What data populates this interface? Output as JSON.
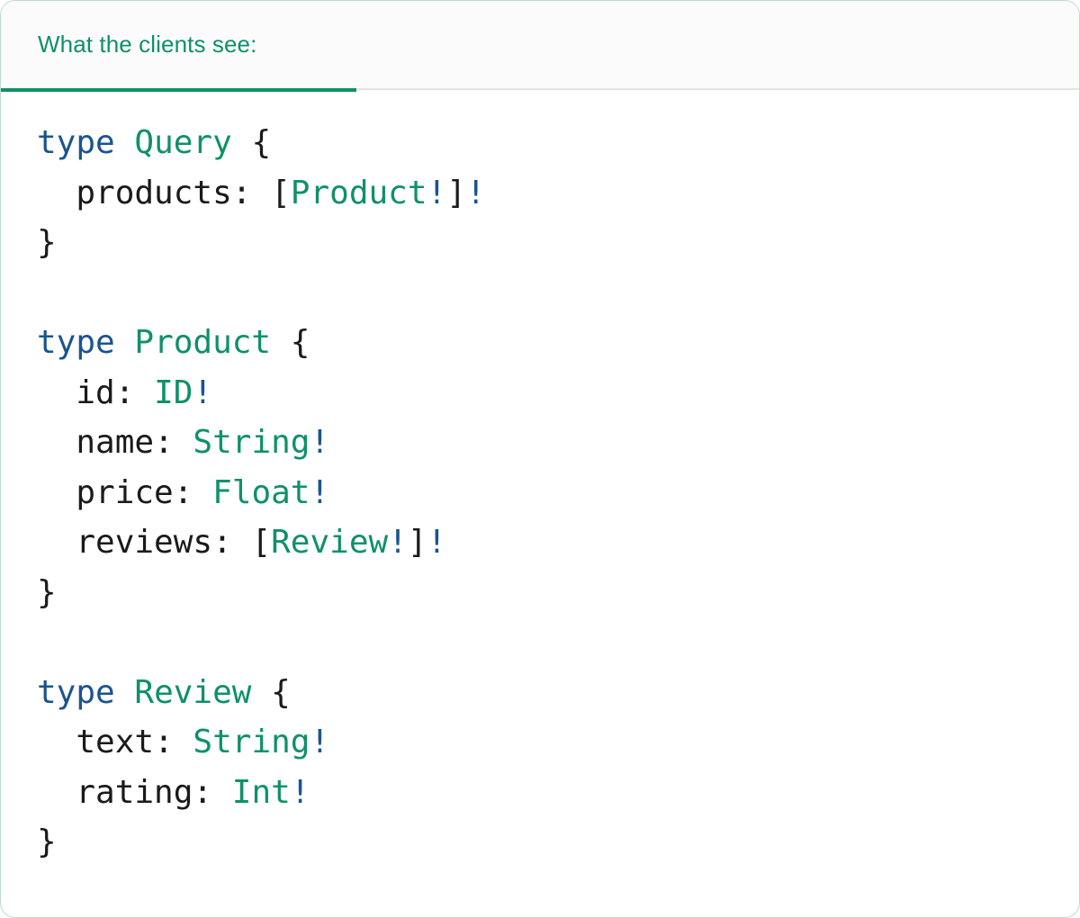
{
  "card": {
    "border_color": "#b9ddcd",
    "background": "#ffffff"
  },
  "tabs": {
    "active_index": 0,
    "items": [
      {
        "label": "What the clients see:",
        "active": true
      }
    ],
    "active_color": "#0f9168",
    "bar_background": "#fbfbfb",
    "divider_color": "#e4e4e4"
  },
  "code": {
    "language": "graphql",
    "colors": {
      "keyword": "#1a5490",
      "type_name": "#0f9168",
      "punctuation": "#1a1a1a",
      "field_name": "#1a1a1a",
      "non_null": "#1a5490"
    },
    "raw_text": "type Query {\n  products: [Product!]!\n}\n\ntype Product {\n  id: ID!\n  name: String!\n  price: Float!\n  reviews: [Review!]!\n}\n\ntype Review {\n  text: String!\n  rating: Int!\n}",
    "lines": [
      {
        "tokens": [
          {
            "t": "type",
            "c": "kw"
          },
          {
            "t": " ",
            "c": "plain"
          },
          {
            "t": "Query",
            "c": "type"
          },
          {
            "t": " ",
            "c": "plain"
          },
          {
            "t": "{",
            "c": "punct"
          }
        ]
      },
      {
        "tokens": [
          {
            "t": "  ",
            "c": "plain"
          },
          {
            "t": "products",
            "c": "field"
          },
          {
            "t": ": ",
            "c": "punct"
          },
          {
            "t": "[",
            "c": "punct"
          },
          {
            "t": "Product",
            "c": "type"
          },
          {
            "t": "!",
            "c": "bang"
          },
          {
            "t": "]",
            "c": "punct"
          },
          {
            "t": "!",
            "c": "bang"
          }
        ]
      },
      {
        "tokens": [
          {
            "t": "}",
            "c": "punct"
          }
        ]
      },
      {
        "tokens": []
      },
      {
        "tokens": [
          {
            "t": "type",
            "c": "kw"
          },
          {
            "t": " ",
            "c": "plain"
          },
          {
            "t": "Product",
            "c": "type"
          },
          {
            "t": " ",
            "c": "plain"
          },
          {
            "t": "{",
            "c": "punct"
          }
        ]
      },
      {
        "tokens": [
          {
            "t": "  ",
            "c": "plain"
          },
          {
            "t": "id",
            "c": "field"
          },
          {
            "t": ": ",
            "c": "punct"
          },
          {
            "t": "ID",
            "c": "type"
          },
          {
            "t": "!",
            "c": "bang"
          }
        ]
      },
      {
        "tokens": [
          {
            "t": "  ",
            "c": "plain"
          },
          {
            "t": "name",
            "c": "field"
          },
          {
            "t": ": ",
            "c": "punct"
          },
          {
            "t": "String",
            "c": "type"
          },
          {
            "t": "!",
            "c": "bang"
          }
        ]
      },
      {
        "tokens": [
          {
            "t": "  ",
            "c": "plain"
          },
          {
            "t": "price",
            "c": "field"
          },
          {
            "t": ": ",
            "c": "punct"
          },
          {
            "t": "Float",
            "c": "type"
          },
          {
            "t": "!",
            "c": "bang"
          }
        ]
      },
      {
        "tokens": [
          {
            "t": "  ",
            "c": "plain"
          },
          {
            "t": "reviews",
            "c": "field"
          },
          {
            "t": ": ",
            "c": "punct"
          },
          {
            "t": "[",
            "c": "punct"
          },
          {
            "t": "Review",
            "c": "type"
          },
          {
            "t": "!",
            "c": "bang"
          },
          {
            "t": "]",
            "c": "punct"
          },
          {
            "t": "!",
            "c": "bang"
          }
        ]
      },
      {
        "tokens": [
          {
            "t": "}",
            "c": "punct"
          }
        ]
      },
      {
        "tokens": []
      },
      {
        "tokens": [
          {
            "t": "type",
            "c": "kw"
          },
          {
            "t": " ",
            "c": "plain"
          },
          {
            "t": "Review",
            "c": "type"
          },
          {
            "t": " ",
            "c": "plain"
          },
          {
            "t": "{",
            "c": "punct"
          }
        ]
      },
      {
        "tokens": [
          {
            "t": "  ",
            "c": "plain"
          },
          {
            "t": "text",
            "c": "field"
          },
          {
            "t": ": ",
            "c": "punct"
          },
          {
            "t": "String",
            "c": "type"
          },
          {
            "t": "!",
            "c": "bang"
          }
        ]
      },
      {
        "tokens": [
          {
            "t": "  ",
            "c": "plain"
          },
          {
            "t": "rating",
            "c": "field"
          },
          {
            "t": ": ",
            "c": "punct"
          },
          {
            "t": "Int",
            "c": "type"
          },
          {
            "t": "!",
            "c": "bang"
          }
        ]
      },
      {
        "tokens": [
          {
            "t": "}",
            "c": "punct"
          }
        ]
      }
    ]
  }
}
